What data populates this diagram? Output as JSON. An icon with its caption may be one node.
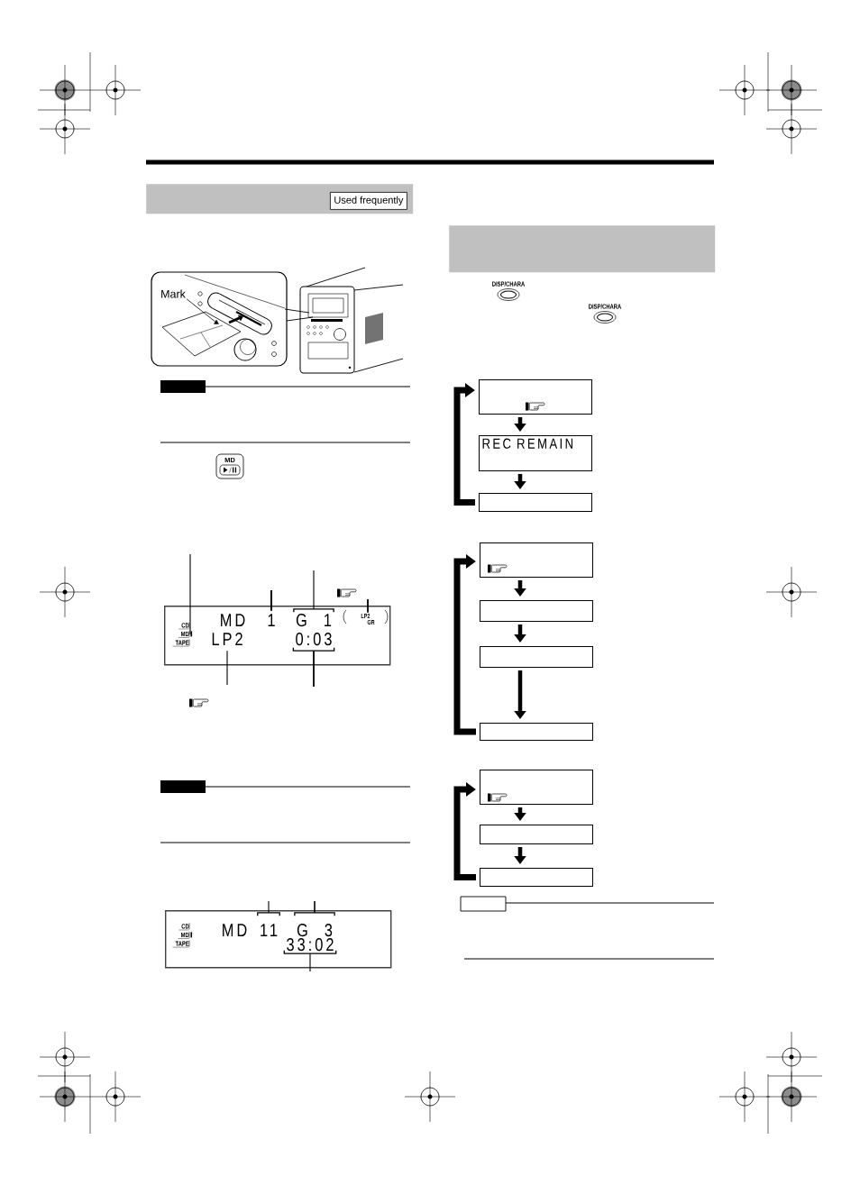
{
  "diagram": {
    "nodes": [
      {
        "text": [],
        "shape": "band"
      },
      {
        "text": [
          "Used frequently"
        ],
        "in": 0
      },
      {
        "text": [
          "Mark"
        ]
      },
      {
        "text": [],
        "shape": "triangle"
      },
      {
        "text": [],
        "shape": "box"
      },
      {
        "text": [
          "CD",
          "MD",
          "TAPE"
        ],
        "in": 4
      },
      {
        "text": [
          "1"
        ],
        "in": 4
      },
      {
        "text": [
          "G",
          "1"
        ],
        "in": 4
      },
      {
        "text": [
          "LP2",
          "GR"
        ],
        "in": 4
      },
      {
        "text": [
          "LP2"
        ],
        "in": 4
      },
      {
        "text": [
          "0:03"
        ],
        "in": 4
      },
      {
        "text": [],
        "shape": "box"
      },
      {
        "text": [
          "11"
        ],
        "in": 11
      },
      {
        "text": [
          "G",
          "3"
        ],
        "in": 11
      },
      {
        "text": [
          "33:02"
        ],
        "in": 11
      },
      {
        "text": [],
        "shape": "band"
      },
      {
        "text": [],
        "shape": "box"
      },
      {
        "text": [
          "REC REMAIN"
        ]
      },
      {
        "text": [],
        "shape": "box"
      },
      {
        "text": [],
        "shape": "box"
      },
      {
        "text": [],
        "shape": "box"
      },
      {
        "text": [],
        "shape": "box"
      },
      {
        "text": [],
        "shape": "box"
      },
      {
        "text": [],
        "shape": "box"
      },
      {
        "text": [],
        "shape": "box"
      },
      {
        "text": [],
        "shape": "box"
      }
    ],
    "edges": [
      {
        "from": 2,
        "to": 3,
        "arrow": "none"
      },
      {
        "from": null,
        "to": 5,
        "arrow": "none"
      },
      {
        "from": null,
        "to": 6,
        "arrow": "none"
      },
      {
        "from": null,
        "to": 7,
        "arrow": "none"
      },
      {
        "from": null,
        "to": 8,
        "arrow": "none"
      },
      {
        "from": null,
        "to": 9,
        "arrow": "none"
      },
      {
        "from": null,
        "to": 10,
        "arrow": "none"
      },
      {
        "from": null,
        "to": 12,
        "arrow": "none"
      },
      {
        "from": null,
        "to": 13,
        "arrow": "none"
      },
      {
        "from": null,
        "to": 14,
        "arrow": "none"
      },
      {
        "from": 16,
        "to": 17,
        "arrow": "to",
        "style": "thick"
      },
      {
        "from": 17,
        "to": 18,
        "arrow": "to",
        "style": "thick"
      },
      {
        "from": 18,
        "to": 16,
        "arrow": "to",
        "style": "thick"
      },
      {
        "from": 19,
        "to": 20,
        "arrow": "to",
        "style": "thick"
      },
      {
        "from": 20,
        "to": 21,
        "arrow": "to",
        "style": "thick"
      },
      {
        "from": 21,
        "to": 22,
        "arrow": "to",
        "style": "thick"
      },
      {
        "from": 22,
        "to": 19,
        "arrow": "to",
        "style": "thick"
      },
      {
        "from": 23,
        "to": 24,
        "arrow": "to",
        "style": "thick"
      },
      {
        "from": 24,
        "to": 25,
        "arrow": "to",
        "style": "thick"
      },
      {
        "from": 25,
        "to": 23,
        "arrow": "to",
        "style": "thick"
      }
    ],
    "labels": [
      "MD",
      "MD",
      "MD",
      "CD",
      "MD",
      "TAPE",
      "DISP/CHARA",
      "DISP/CHARA"
    ]
  }
}
